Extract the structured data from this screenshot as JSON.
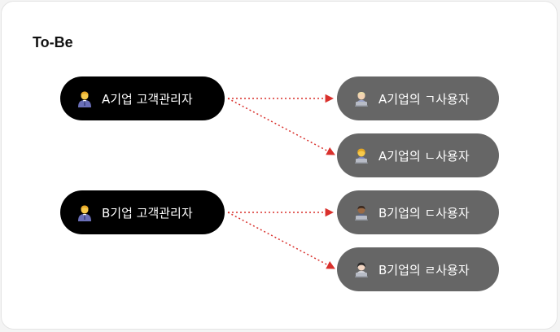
{
  "title": "To-Be",
  "admins": [
    {
      "label": "A기업 고객관리자",
      "icon": "manager-person-icon"
    },
    {
      "label": "B기업 고객관리자",
      "icon": "manager-person-icon"
    }
  ],
  "users": [
    {
      "label": "A기업의 ㄱ사용자",
      "icon": "laptop-user-icon"
    },
    {
      "label": "A기업의 ㄴ사용자",
      "icon": "laptop-user-icon"
    },
    {
      "label": "B기업의 ㄷ사용자",
      "icon": "laptop-user-icon"
    },
    {
      "label": "B기업의 ㄹ사용자",
      "icon": "laptop-user-icon"
    }
  ],
  "colors": {
    "admin_bg": "#000000",
    "user_bg": "#666666",
    "arrow": "#d9302c"
  }
}
